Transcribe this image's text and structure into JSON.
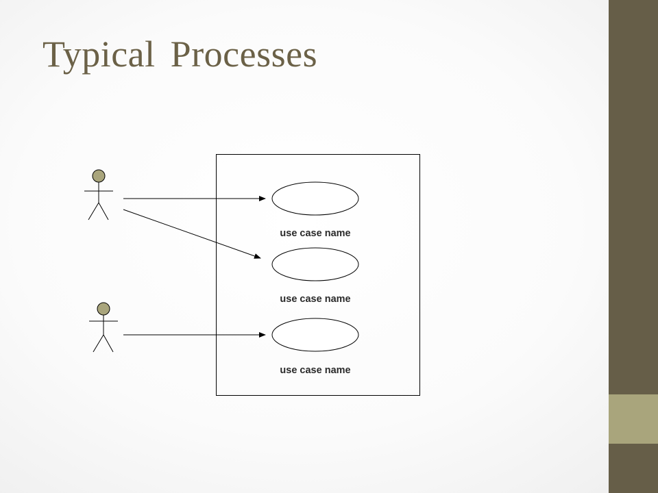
{
  "slide": {
    "title": "Typical Processes"
  },
  "colors": {
    "title": "#6b6147",
    "sidebar_dark": "#665e48",
    "sidebar_light": "#a9a57c",
    "actor_head": "#a9a57c",
    "line": "#000000"
  },
  "diagram": {
    "type": "use-case-diagram",
    "actors": [
      {
        "id": "actor-1",
        "icon": "stick-figure-icon"
      },
      {
        "id": "actor-2",
        "icon": "stick-figure-icon"
      }
    ],
    "use_cases": [
      {
        "id": "uc-1",
        "label": "use case name"
      },
      {
        "id": "uc-2",
        "label": "use case name"
      },
      {
        "id": "uc-3",
        "label": "use case name"
      }
    ],
    "associations": [
      {
        "from": "actor-1",
        "to": "uc-1"
      },
      {
        "from": "actor-1",
        "to": "uc-2"
      },
      {
        "from": "actor-2",
        "to": "uc-3"
      }
    ]
  }
}
